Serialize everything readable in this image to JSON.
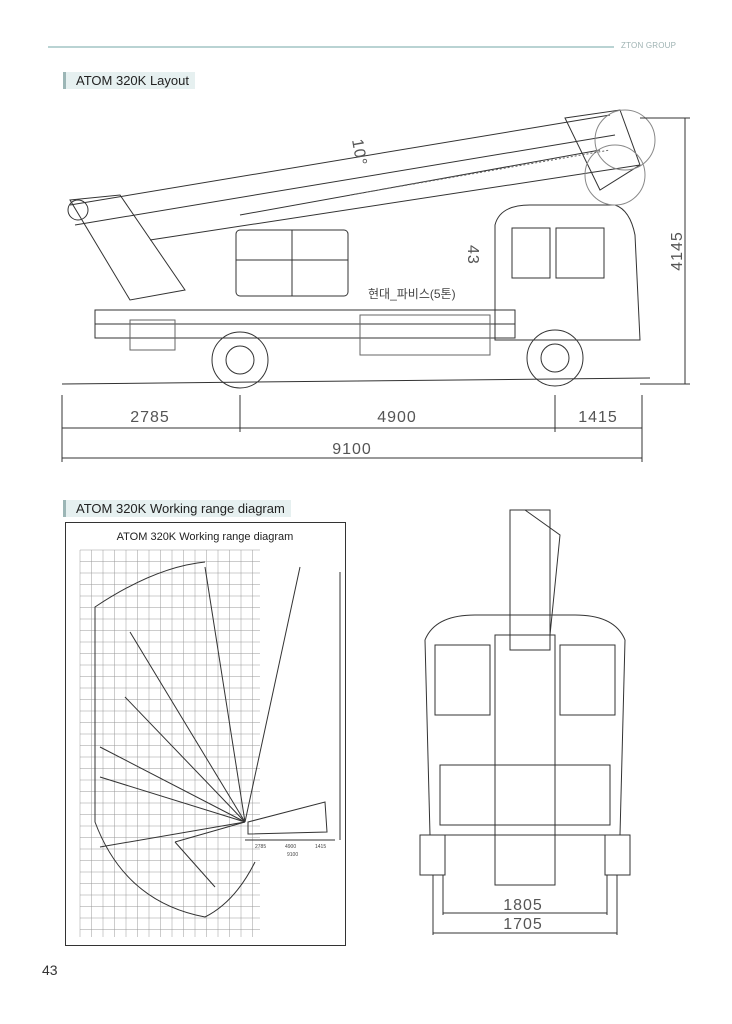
{
  "header": {
    "brand": "ZTON GROUP"
  },
  "layout_section": {
    "title": "ATOM 320K Layout",
    "dimensions": {
      "rear_overhang": "2785",
      "wheelbase": "4900",
      "front_overhang": "1415",
      "overall_length": "9100",
      "height": "4145"
    },
    "angle_label": "10°",
    "angle_label_2": "43",
    "vehicle_label": "현대_파비스(5톤)"
  },
  "working_range_section": {
    "title": "ATOM 320K Working range diagram",
    "diagram_title": "ATOM 320K Working range diagram",
    "mini_dims": [
      "2785",
      "4900",
      "1415",
      "9100"
    ],
    "front_view_dims": {
      "outer_track": "1805",
      "inner_track": "1705"
    }
  },
  "footer": {
    "page_number": "43"
  }
}
